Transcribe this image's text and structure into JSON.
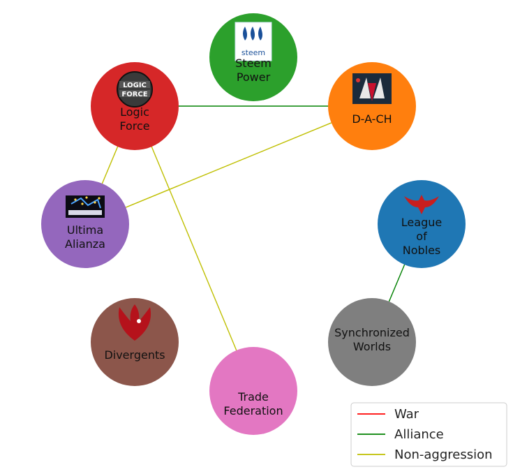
{
  "nodes": [
    {
      "id": "steem",
      "lines": [
        "Steem",
        "Power"
      ],
      "color": "#2ca02c",
      "icon": "steem-logo-icon"
    },
    {
      "id": "logic",
      "lines": [
        "Logic",
        "Force"
      ],
      "color": "#d62728",
      "icon": "logic-force-logo-icon"
    },
    {
      "id": "dach",
      "lines": [
        "D-A-CH"
      ],
      "color": "#ff7f0e",
      "icon": "dach-emblem-icon"
    },
    {
      "id": "ultima",
      "lines": [
        "Ultima",
        "Alianza"
      ],
      "color": "#9467bd",
      "icon": "ultima-alianza-banner-icon"
    },
    {
      "id": "league",
      "lines": [
        "League",
        "of",
        "Nobles"
      ],
      "color": "#1f77b4",
      "icon": "eagle-crest-icon"
    },
    {
      "id": "divergents",
      "lines": [
        "Divergents"
      ],
      "color": "#8c564b",
      "icon": "phoenix-emblem-icon"
    },
    {
      "id": "sync",
      "lines": [
        "Synchronized",
        "Worlds"
      ],
      "color": "#7f7f7f",
      "icon": ""
    },
    {
      "id": "trade",
      "lines": [
        "Trade",
        "Federation"
      ],
      "color": "#e377c2",
      "icon": ""
    }
  ],
  "edges": [
    {
      "from": "logic",
      "to": "dach",
      "type": "Alliance"
    },
    {
      "from": "league",
      "to": "sync",
      "type": "Alliance"
    },
    {
      "from": "logic",
      "to": "ultima",
      "type": "Non-aggression"
    },
    {
      "from": "logic",
      "to": "trade",
      "type": "Non-aggression"
    },
    {
      "from": "dach",
      "to": "ultima",
      "type": "Non-aggression"
    }
  ],
  "legend": [
    {
      "label": "War",
      "color": "#ff0000"
    },
    {
      "label": "Alliance",
      "color": "#008000"
    },
    {
      "label": "Non-aggression",
      "color": "#bfbf00"
    }
  ]
}
